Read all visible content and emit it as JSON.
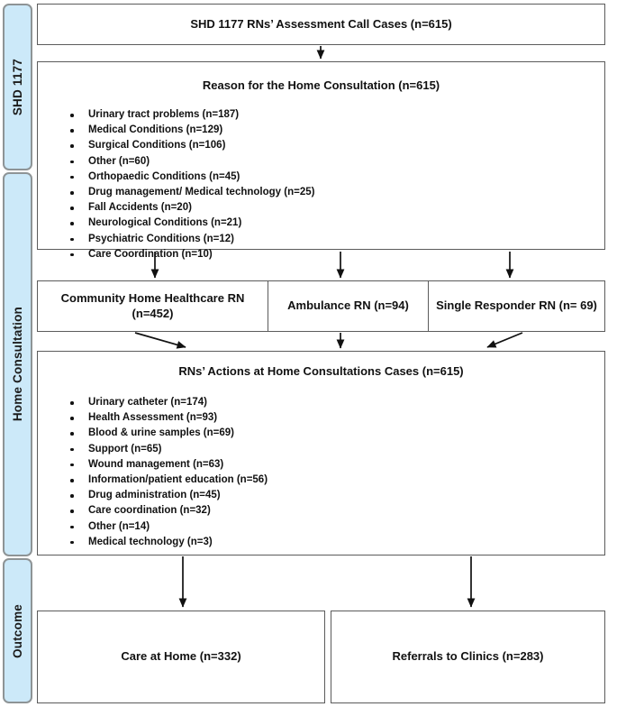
{
  "figure": {
    "type": "flowchart",
    "orientation": "top-to-bottom"
  },
  "phases": [
    {
      "id": "shd",
      "label": "SHD 1177"
    },
    {
      "id": "home",
      "label": "Home Consultation"
    },
    {
      "id": "outcome",
      "label": "Outcome"
    }
  ],
  "nodes": {
    "assessment": {
      "title": "SHD 1177 RNs’ Assessment Call Cases (n=615)"
    },
    "reason": {
      "title": "Reason for the Home Consultation (n=615)",
      "items": [
        "Urinary tract problems (n=187)",
        "Medical Conditions (n=129)",
        "Surgical Conditions (n=106)",
        "Other (n=60)",
        "Orthopaedic Conditions (n=45)",
        "Drug management/ Medical technology (n=25)",
        "Fall Accidents (n=20)",
        "Neurological Conditions (n=21)",
        "Psychiatric Conditions (n=12)",
        "Care Coordination (n=10)"
      ]
    },
    "responders": [
      {
        "label": "Community Home Healthcare RN (n=452)"
      },
      {
        "label": "Ambulance RN (n=94)"
      },
      {
        "label": "Single Responder RN (n= 69)"
      }
    ],
    "actions": {
      "title": "RNs’ Actions at Home Consultations Cases (n=615)",
      "items": [
        "Urinary catheter (n=174)",
        "Health Assessment (n=93)",
        "Blood & urine samples (n=69)",
        "Support (n=65)",
        "Wound management (n=63)",
        "Information/patient education (n=56)",
        "Drug administration (n=45)",
        "Care coordination (n=32)",
        "Other (n=14)",
        "Medical technology (n=3)"
      ]
    },
    "outcomes": [
      {
        "label": "Care at Home (n=332)"
      },
      {
        "label": "Referrals to Clinics (n=283)"
      }
    ]
  },
  "colors": {
    "phase_fill": "#CCE9F9",
    "phase_border": "#8E9496",
    "box_border": "#5B5B5B",
    "text": "#111111",
    "background": "#FFFFFF"
  }
}
